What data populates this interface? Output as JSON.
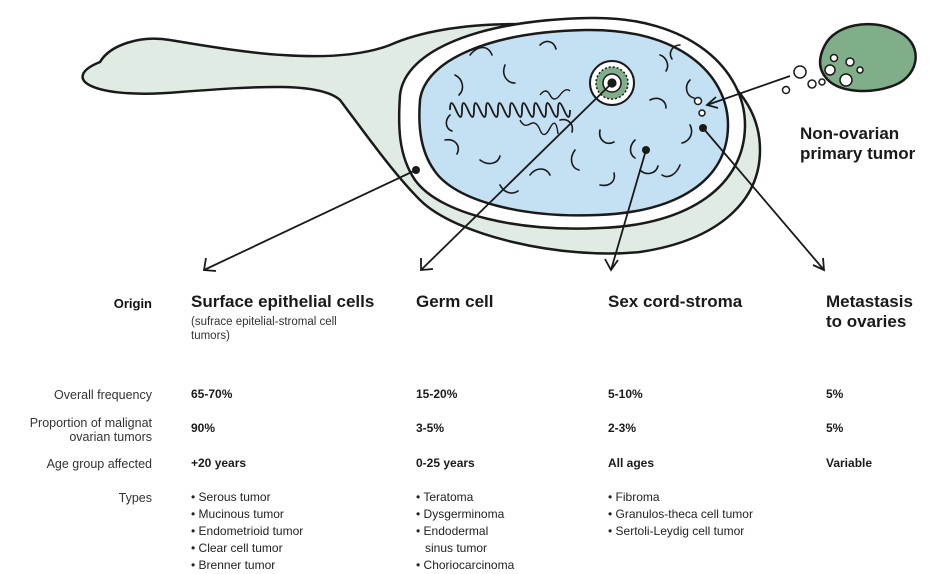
{
  "tumor_label": [
    "Non-ovarian",
    "primary tumor"
  ],
  "rows": {
    "origin": "Origin",
    "frequency": "Overall frequency",
    "malignant": [
      "Proportion of malignat",
      "ovarian tumors"
    ],
    "age": "Age group affected",
    "types": "Types"
  },
  "columns": [
    {
      "title": [
        "Surface epithelial cells"
      ],
      "subtitle": "(sufrace epitelial-stromal cell tumors)",
      "frequency": "65-70%",
      "malignant": "90%",
      "age": "+20 years",
      "types": [
        "Serous tumor",
        "Mucinous tumor",
        "Endometrioid tumor",
        "Clear cell tumor",
        "Brenner tumor"
      ]
    },
    {
      "title": [
        "Germ cell"
      ],
      "subtitle": "",
      "frequency": "15-20%",
      "malignant": "3-5%",
      "age": "0-25 years",
      "types": [
        "Teratoma",
        "Dysgerminoma",
        "Endodermal",
        "sinus tumor",
        "Choriocarcinoma"
      ]
    },
    {
      "title": [
        "Sex cord-stroma"
      ],
      "subtitle": "",
      "frequency": "5-10%",
      "malignant": "2-3%",
      "age": "All ages",
      "types": [
        "Fibroma",
        "Granulos-theca cell tumor",
        "Sertoli-Leydig cell tumor"
      ]
    },
    {
      "title": [
        "Metastasis",
        "to ovaries"
      ],
      "subtitle": "",
      "frequency": "5%",
      "malignant": "5%",
      "age": "Variable",
      "types": []
    }
  ],
  "colors": {
    "ovary_fill": "#e0ece3",
    "cortex_fill": "#ffffff",
    "stroma_fill": "#c4e0f3",
    "tumor_fill": "#7fae89",
    "outline": "#1a1a1a"
  }
}
